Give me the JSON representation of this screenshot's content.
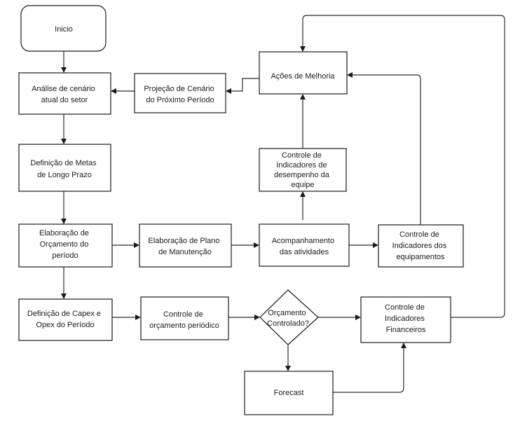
{
  "diagram": {
    "nodes": {
      "inicio": "Inicio",
      "analise": [
        "Análise de cenário",
        "atual do setor"
      ],
      "projecao": [
        "Projeção de Cenário",
        "do Próximo Período"
      ],
      "acoes": "Ações de Melhoria",
      "metas": [
        "Definição de Metas",
        "de Longo Prazo"
      ],
      "controle_equipe": [
        "Controle de",
        "Indicadores de",
        "desempenho da",
        "equipe"
      ],
      "orcamento": [
        "Elaboração de",
        "Orçamento do",
        "período"
      ],
      "plano": [
        "Elaboração de Plano",
        "de Manutenção"
      ],
      "acompanhamento": [
        "Acompanhamento",
        "das atividades"
      ],
      "controle_equip": [
        "Controle de",
        "Indicadores dos",
        "equipamentos"
      ],
      "capex": [
        "Definição de Capex e",
        "Opex do Período"
      ],
      "controle_orc": [
        "Controle de",
        "orçamento periódico"
      ],
      "decisao": [
        "Orçamento",
        "Controlado?"
      ],
      "controle_fin": [
        "Controle de",
        "Indicadores",
        "Financeiros"
      ],
      "forecast": "Forecast"
    }
  }
}
